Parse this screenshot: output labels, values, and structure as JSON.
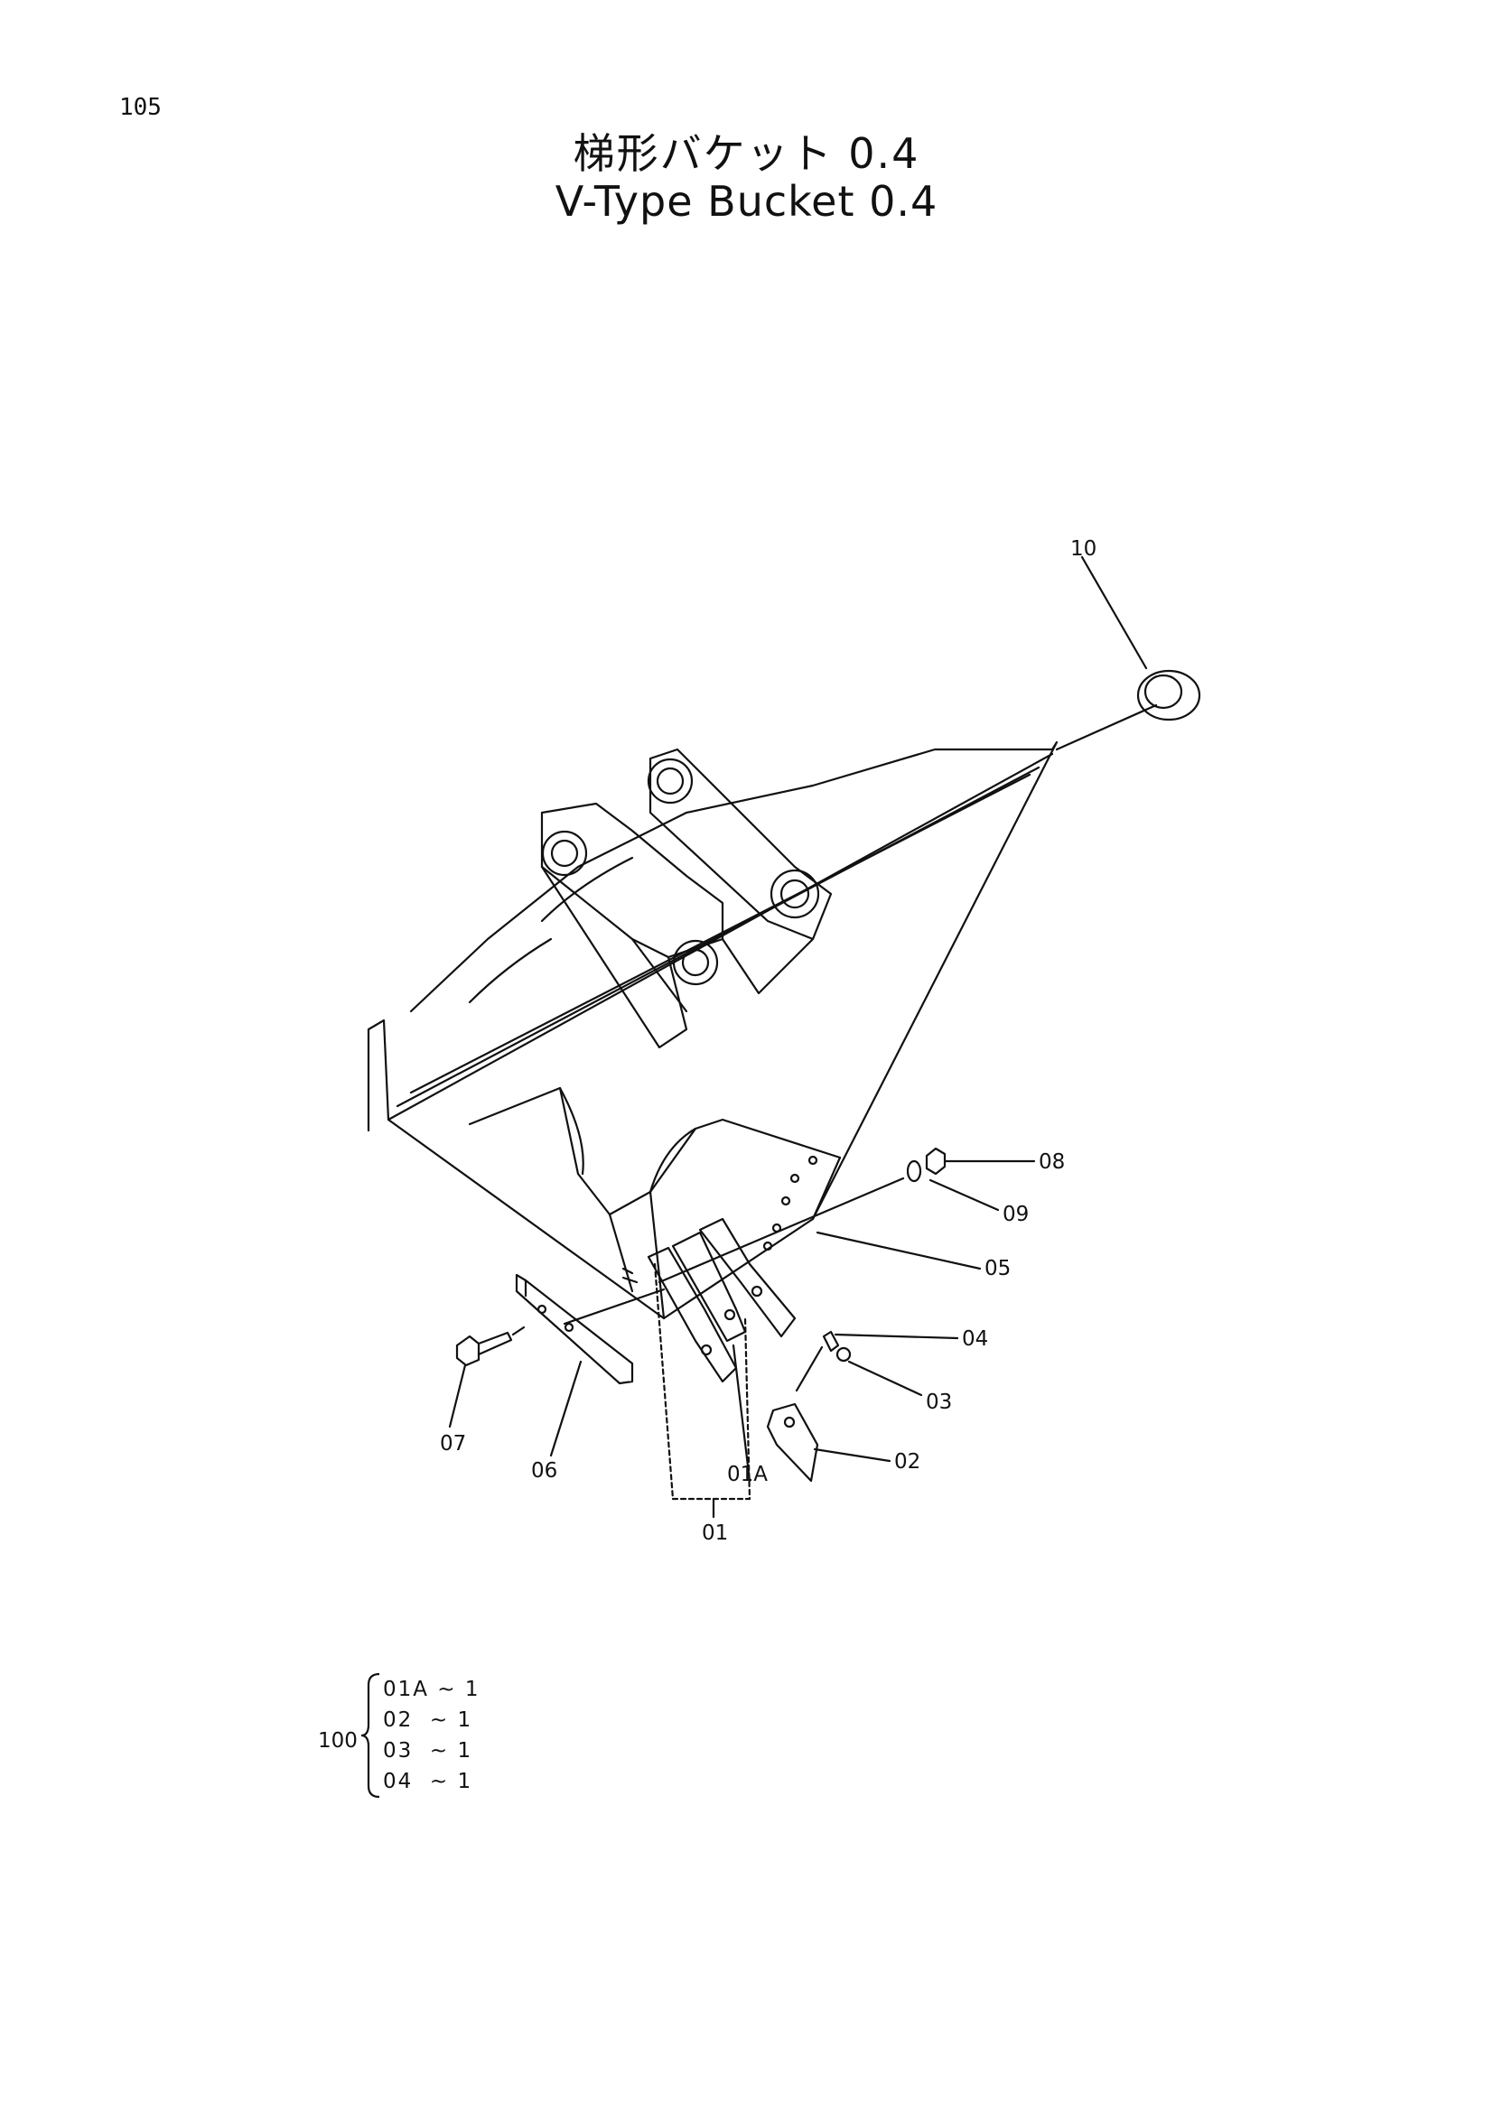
{
  "header": {
    "page_number": "105",
    "title_jp": "梯形バケット 0.4",
    "title_en": "V-Type Bucket 0.4"
  },
  "callouts": {
    "c10": "10",
    "c08": "08",
    "c09": "09",
    "c05": "05",
    "c04": "04",
    "c03": "03",
    "c02": "02",
    "c07": "07",
    "c06": "06",
    "c01A": "01A",
    "c01": "01"
  },
  "kit": {
    "label": "100",
    "items": [
      "01A ~ 1",
      "02  ~ 1",
      "03  ~ 1",
      "04  ~ 1"
    ]
  }
}
